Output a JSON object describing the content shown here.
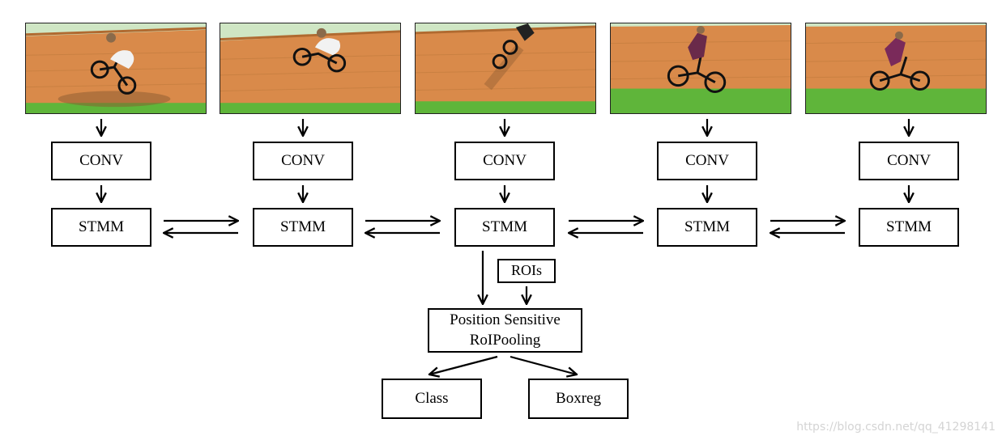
{
  "frames": [
    {
      "name": "video-frame-1"
    },
    {
      "name": "video-frame-2"
    },
    {
      "name": "video-frame-3"
    },
    {
      "name": "video-frame-4"
    },
    {
      "name": "video-frame-5"
    }
  ],
  "conv_label": "CONV",
  "stmm_label": "STMM",
  "rois_label": "ROIs",
  "pooling": {
    "line1": "Position Sensitive",
    "line2": "RoIPooling"
  },
  "class_label": "Class",
  "boxreg_label": "Boxreg",
  "watermark": "https://blog.csdn.net/qq_41298141",
  "colors": {
    "wall": "#d98a4a",
    "grass": "#5fb53a",
    "sky": "#cfe6c4",
    "line": "#000000"
  }
}
